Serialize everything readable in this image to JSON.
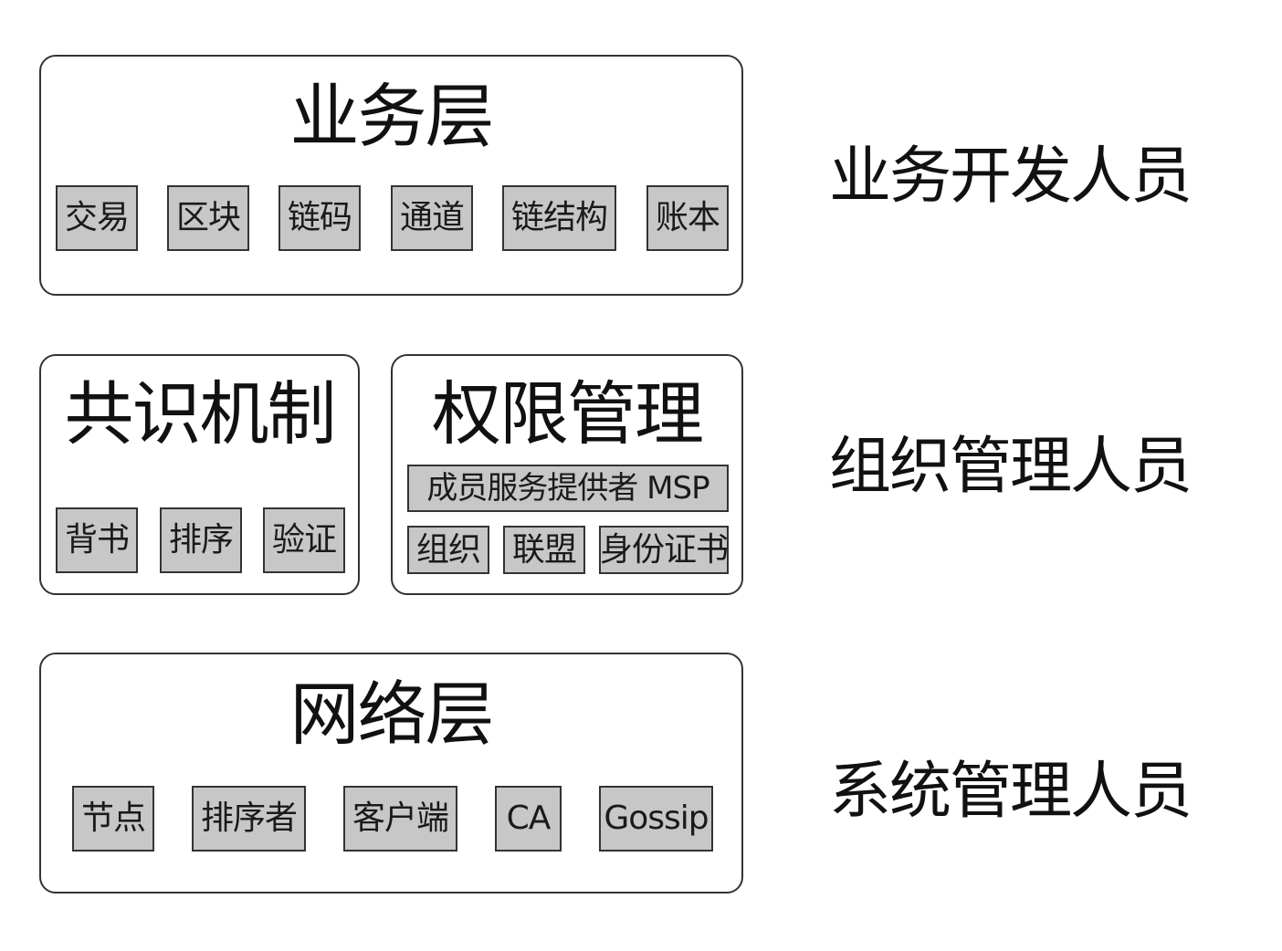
{
  "business_layer": {
    "title": "业务层",
    "items": [
      "交易",
      "区块",
      "链码",
      "通道",
      "链结构",
      "账本"
    ]
  },
  "consensus": {
    "title": "共识机制",
    "items": [
      "背书",
      "排序",
      "验证"
    ]
  },
  "permission": {
    "title": "权限管理",
    "msp": "成员服务提供者 MSP",
    "items": [
      "组织",
      "联盟",
      "身份证书"
    ]
  },
  "network_layer": {
    "title": "网络层",
    "items": [
      "节点",
      "排序者",
      "客户端",
      "CA",
      "Gossip"
    ]
  },
  "roles": {
    "business_dev": "业务开发人员",
    "org_admin": "组织管理人员",
    "sys_admin": "系统管理人员"
  },
  "colors": {
    "chip_fill": "#c7c7c7",
    "border": "#333333"
  }
}
